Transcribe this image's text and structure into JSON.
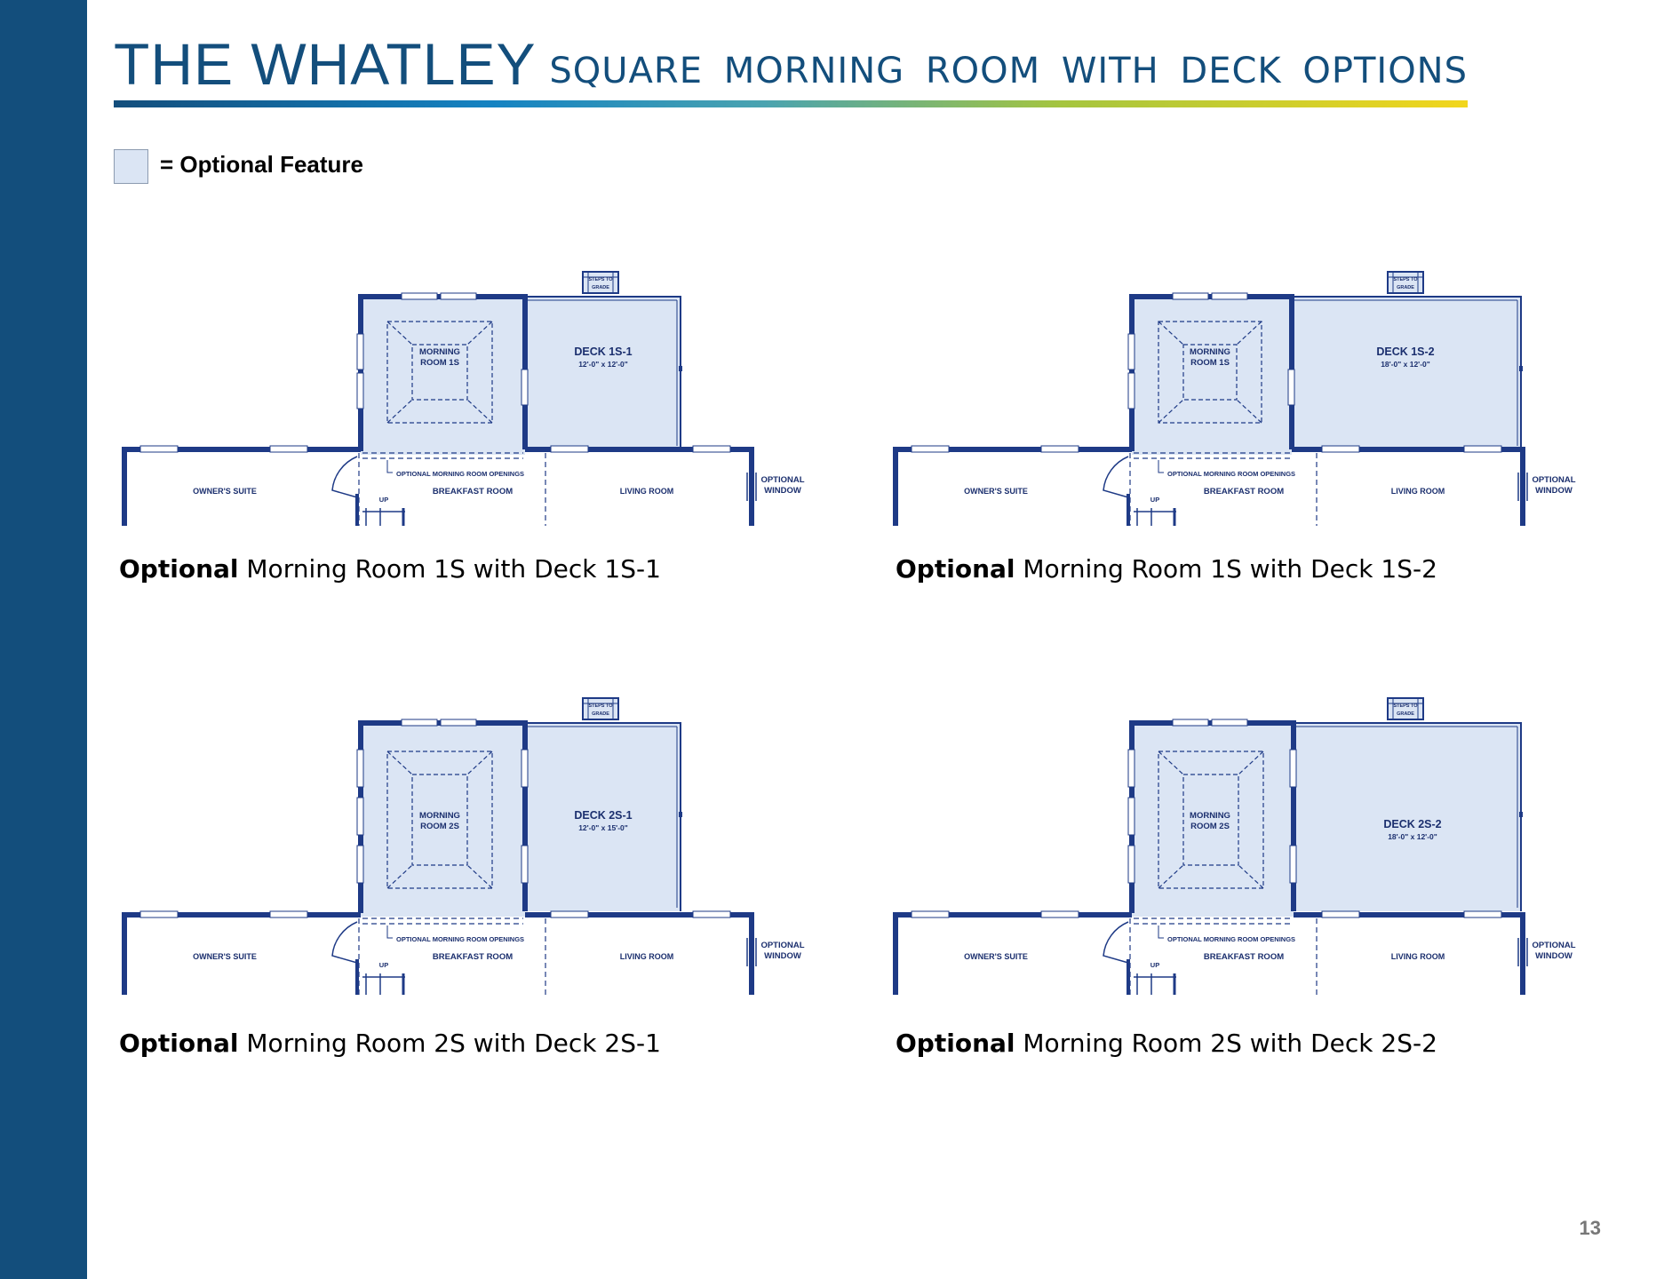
{
  "page": {
    "title": "THE WHATLEY",
    "subtitle": "SQUARE MORNING ROOM WITH DECK OPTIONS",
    "legend_label": "= Optional Feature",
    "page_number": "13"
  },
  "colors": {
    "sidebar": "#134e7c",
    "title": "#134e7c",
    "wall": "#1e3a86",
    "optional_fill": "#dbe5f4",
    "rule_gradient": [
      "#134e7c",
      "#1583c2",
      "#4aa3b0",
      "#a5c53f",
      "#f2d61c"
    ]
  },
  "plans": [
    {
      "caption_bold": "Optional",
      "caption_rest": " Morning Room 1S with Deck 1S-1",
      "morning_room_line1": "MORNING",
      "morning_room_line2": "ROOM 1S",
      "deck_name": "DECK 1S-1",
      "deck_size": "12'-0\" x 12'-0\"",
      "steps_line1": "STEPS TO",
      "steps_line2": "GRADE",
      "openings_label": "OPTIONAL MORNING ROOM OPENINGS",
      "owners_suite": "OWNER'S SUITE",
      "breakfast_room": "BREAKFAST ROOM",
      "living_room": "LIVING ROOM",
      "up_label": "UP",
      "window_line1": "OPTIONAL",
      "window_line2": "WINDOW"
    },
    {
      "caption_bold": "Optional",
      "caption_rest": " Morning Room 1S with Deck 1S-2",
      "morning_room_line1": "MORNING",
      "morning_room_line2": "ROOM 1S",
      "deck_name": "DECK 1S-2",
      "deck_size": "18'-0\" x 12'-0\"",
      "steps_line1": "STEPS TO",
      "steps_line2": "GRADE",
      "openings_label": "OPTIONAL MORNING ROOM OPENINGS",
      "owners_suite": "OWNER'S SUITE",
      "breakfast_room": "BREAKFAST ROOM",
      "living_room": "LIVING ROOM",
      "up_label": "UP",
      "window_line1": "OPTIONAL",
      "window_line2": "WINDOW"
    },
    {
      "caption_bold": "Optional",
      "caption_rest": " Morning Room 2S with Deck 2S-1",
      "morning_room_line1": "MORNING",
      "morning_room_line2": "ROOM 2S",
      "deck_name": "DECK 2S-1",
      "deck_size": "12'-0\" x 15'-0\"",
      "steps_line1": "STEPS TO",
      "steps_line2": "GRADE",
      "openings_label": "OPTIONAL MORNING ROOM OPENINGS",
      "owners_suite": "OWNER'S SUITE",
      "breakfast_room": "BREAKFAST ROOM",
      "living_room": "LIVING ROOM",
      "up_label": "UP",
      "window_line1": "OPTIONAL",
      "window_line2": "WINDOW"
    },
    {
      "caption_bold": "Optional",
      "caption_rest": " Morning Room 2S with Deck 2S-2",
      "morning_room_line1": "MORNING",
      "morning_room_line2": "ROOM 2S",
      "deck_name": "DECK 2S-2",
      "deck_size": "18'-0\" x 12'-0\"",
      "steps_line1": "STEPS TO",
      "steps_line2": "GRADE",
      "openings_label": "OPTIONAL MORNING ROOM OPENINGS",
      "owners_suite": "OWNER'S SUITE",
      "breakfast_room": "BREAKFAST ROOM",
      "living_room": "LIVING ROOM",
      "up_label": "UP",
      "window_line1": "OPTIONAL",
      "window_line2": "WINDOW"
    }
  ]
}
